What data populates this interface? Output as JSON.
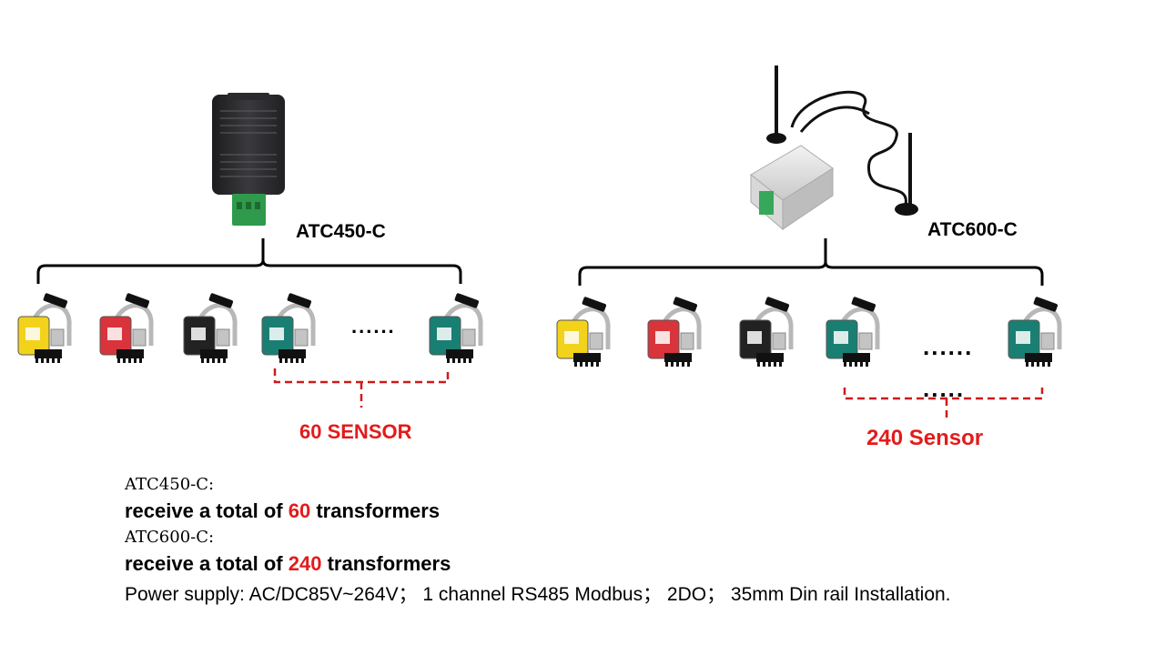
{
  "devices": {
    "left": {
      "name": "ATC450-C",
      "group_label": "60 SENSOR",
      "ellipsis": "......"
    },
    "right": {
      "name": "ATC600-C",
      "group_label": "240 Sensor",
      "ellipsis_top": "......",
      "ellipsis_bottom": "....."
    }
  },
  "sensor_colors": [
    "#f2d21b",
    "#d9343b",
    "#222222",
    "#1a7f73",
    "#1a7f73"
  ],
  "colors": {
    "accent_red": "#e31b1b",
    "bracket": "#000000",
    "dashed": "#cc1b1b"
  },
  "notes": {
    "atc450_heading": "ATC450-C:",
    "atc450_prefix": "receive a total of ",
    "atc450_count": "60",
    "atc450_suffix": " transformers",
    "atc600_heading": "ATC600-C:",
    "atc600_prefix": "receive a total of ",
    "atc600_count": "240",
    "atc600_suffix": " transformers",
    "power": "Power supply: AC/DC85V~264V； 1 channel RS485 Modbus； 2DO； 35mm Din rail Installation."
  }
}
